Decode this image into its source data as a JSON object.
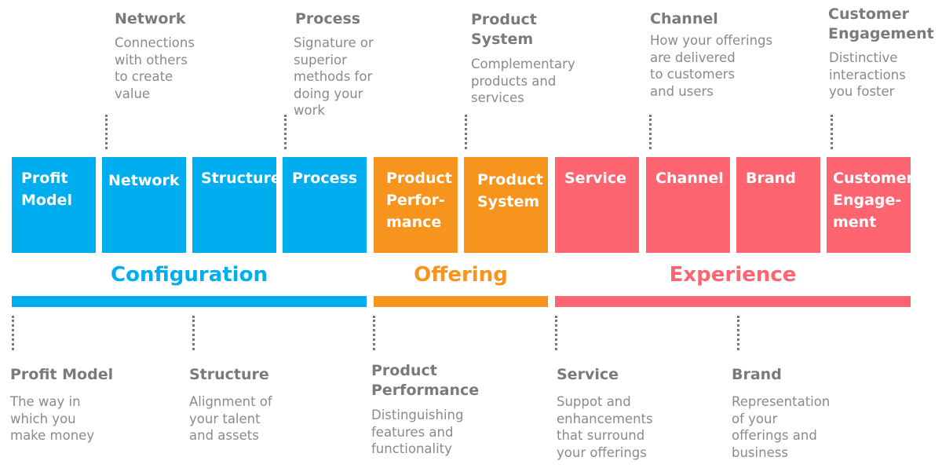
{
  "colors": {
    "configuration": "#00aeef",
    "offering": "#f7941d",
    "experience": "#fe6570",
    "annotation_text": "#808080"
  },
  "tiles": [
    {
      "label": "Profit\nModel",
      "group": "configuration"
    },
    {
      "label": "Network",
      "group": "configuration"
    },
    {
      "label": "Structure",
      "group": "configuration"
    },
    {
      "label": "Process",
      "group": "configuration"
    },
    {
      "label": "Product\nPerfor-\nmance",
      "group": "offering"
    },
    {
      "label": "Product\nSystem",
      "group": "offering"
    },
    {
      "label": "Service",
      "group": "experience"
    },
    {
      "label": "Channel",
      "group": "experience"
    },
    {
      "label": "Brand",
      "group": "experience"
    },
    {
      "label": "Customer\nEngage-\nment",
      "group": "experience"
    }
  ],
  "groups": {
    "configuration": "Configuration",
    "offering": "Offering",
    "experience": "Experience"
  },
  "annotations_top": [
    {
      "title": "Network",
      "desc": "Connections\nwith others\nto create\nvalue"
    },
    {
      "title": "Process",
      "desc": "Signature or\nsuperior\nmethods for\ndoing your\nwork"
    },
    {
      "title": "Product\nSystem",
      "desc": "Complementary\nproducts and\nservices"
    },
    {
      "title": "Channel",
      "desc": "How your offerings\nare delivered\nto customers\nand users"
    },
    {
      "title": "Customer\nEngagement",
      "desc": "Distinctive\ninteractions\nyou foster"
    }
  ],
  "annotations_bottom": [
    {
      "title": "Profit Model",
      "desc": "The way in\nwhich you\nmake money"
    },
    {
      "title": "Structure",
      "desc": "Alignment of\nyour talent\nand assets"
    },
    {
      "title": "Product\nPerformance",
      "desc": "Distinguishing\nfeatures and\nfunctionality"
    },
    {
      "title": "Service",
      "desc": "Suppot and\nenhancements\nthat surround\nyour offerings"
    },
    {
      "title": "Brand",
      "desc": "Representation\nof your\nofferings and\nbusiness"
    }
  ]
}
